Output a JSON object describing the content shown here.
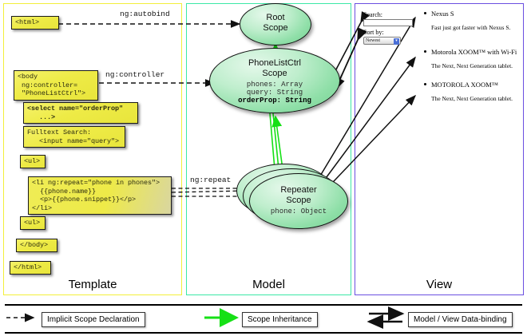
{
  "panels": [
    {
      "key": "template",
      "title": "Template"
    },
    {
      "key": "model",
      "title": "Model"
    },
    {
      "key": "view",
      "title": "View"
    }
  ],
  "template": {
    "boxes": [
      {
        "name": "html-open-tag",
        "code": "<html>"
      },
      {
        "name": "body-controller",
        "code": "<body\n ng:controller=\n \"PhoneListCtrl\">"
      },
      {
        "name": "select-orderprop",
        "code": "<select name=\"orderProp\"\n   ...>"
      },
      {
        "name": "fulltext-search",
        "code": "Fulltext Search:\n   <input name=\"query\">"
      },
      {
        "name": "ul-open-tag",
        "code": "<ul>"
      },
      {
        "name": "li-ngrepeat",
        "code": "<li ng:repeat=\"phone in phones\">\n  {{phone.name}}\n  <p>{{phone.snippet}}</p>\n</li>"
      },
      {
        "name": "ul-close-tag",
        "code": "<ul>"
      },
      {
        "name": "body-close-tag",
        "code": "</body>"
      },
      {
        "name": "html-close-tag",
        "code": "</html>"
      }
    ]
  },
  "model": {
    "scopes": [
      {
        "name": "root-scope",
        "title": "Root\nScope",
        "props": ""
      },
      {
        "name": "phonelistctrl-scope",
        "title": "PhoneListCtrl\nScope",
        "props_plain": "phones: Array\nquery: String",
        "props_bold": "orderProp: String"
      },
      {
        "name": "repeater-scope",
        "title": "Repeater\nScope",
        "props_plain": "phone: Object"
      }
    ]
  },
  "connectors": {
    "ng_autobind": "ng:autobind",
    "ng_controller": "ng:controller",
    "ng_repeat": "ng:repeat"
  },
  "view": {
    "search_label": "Search:",
    "search_value": "",
    "sort_label": "Sort by:",
    "sort_selected": "Newest",
    "sort_options": [
      "Newest"
    ],
    "phones": [
      {
        "name": "Nexus S",
        "snippet": "Fast just got faster with Nexus S."
      },
      {
        "name": "Motorola XOOM™  with Wi-Fi",
        "snippet": "The Next, Next Generation tablet."
      },
      {
        "name": "MOTOROLA XOOM™",
        "snippet": "The Next, Next Generation tablet."
      }
    ]
  },
  "legend": [
    {
      "name": "implicit-scope-declaration",
      "label": "Implicit Scope Declaration",
      "style": "dashed-arrow",
      "color": "#000000"
    },
    {
      "name": "scope-inheritance",
      "label": "Scope Inheritance",
      "style": "green-arrow",
      "color": "#00e000"
    },
    {
      "name": "model-view-data-binding",
      "label": "Model / View Data-binding",
      "style": "double-arrow",
      "color": "#000000"
    }
  ],
  "colors": {
    "template_border": "#f2ef3a",
    "model_border": "#3ce8a6",
    "view_border": "#6a4fe0",
    "code_box": "#eeeb46",
    "scope_fill": "#8fdfa8",
    "inheritance_arrow": "#00e000"
  }
}
